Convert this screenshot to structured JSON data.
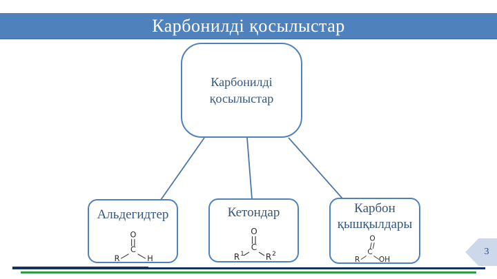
{
  "slide": {
    "title": "Карбонилді қосылыстар",
    "page_number": "3"
  },
  "diagram": {
    "root": {
      "label": "Карбонилді қосылыстар"
    },
    "children": [
      {
        "label": "Альдегидтер"
      },
      {
        "label": "Кетондар"
      },
      {
        "label": "Карбон қышқылдары"
      }
    ]
  },
  "structures": {
    "aldehyde": {
      "top": "O",
      "center": "C",
      "left": "R",
      "right": "H"
    },
    "ketone": {
      "top": "O",
      "center": "C",
      "left": "R",
      "left_sup": "1",
      "right": "R",
      "right_sup": "2"
    },
    "acid": {
      "top": "O",
      "center": "C",
      "left": "R",
      "right": "OH"
    }
  },
  "colors": {
    "title_bar": "#4f81bd",
    "node_border": "#4f81bd",
    "node_text": "#33577f",
    "connector": "#4d76ab",
    "bottom_line_navy": "#16325f",
    "bottom_line_green": "#2f9b4b",
    "badge_bg": "#cdd9ea",
    "badge_text": "#2c4a7c"
  }
}
